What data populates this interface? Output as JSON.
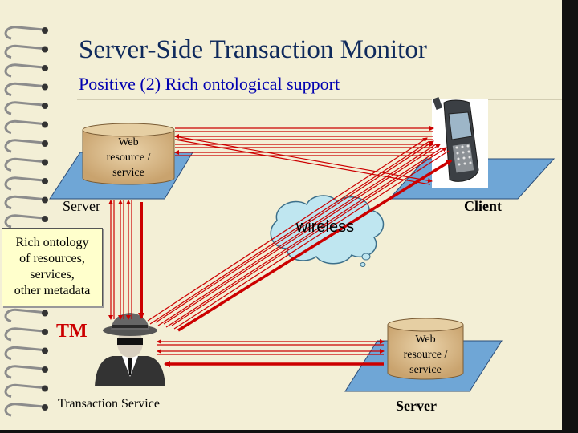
{
  "slide": {
    "title": "Server-Side Transaction Monitor",
    "subtitle": "Positive (2) Rich ontological support"
  },
  "diagram": {
    "top_server": {
      "cylinder_lines": [
        "Web",
        "resource /",
        "service"
      ],
      "label": "Server"
    },
    "client": {
      "label": "Client",
      "icon": "mobile-phone-icon"
    },
    "bottom_server": {
      "cylinder_lines": [
        "Web",
        "resource /",
        "service"
      ],
      "label": "Server"
    },
    "cloud": {
      "label": "wireless"
    },
    "callout": {
      "lines": [
        "Rich ontology",
        "of resources,",
        "services,",
        "other metadata"
      ]
    },
    "tm": {
      "label": "TM",
      "caption": "Transaction Service",
      "icon": "spy-agent-icon"
    }
  },
  "colors": {
    "title": "#0f2a5c",
    "subtitle": "#0000b0",
    "arrow": "#cc0000",
    "platform": "#6fa6d6",
    "cylinder": "#d9b88a",
    "background": "#f3efd6"
  }
}
